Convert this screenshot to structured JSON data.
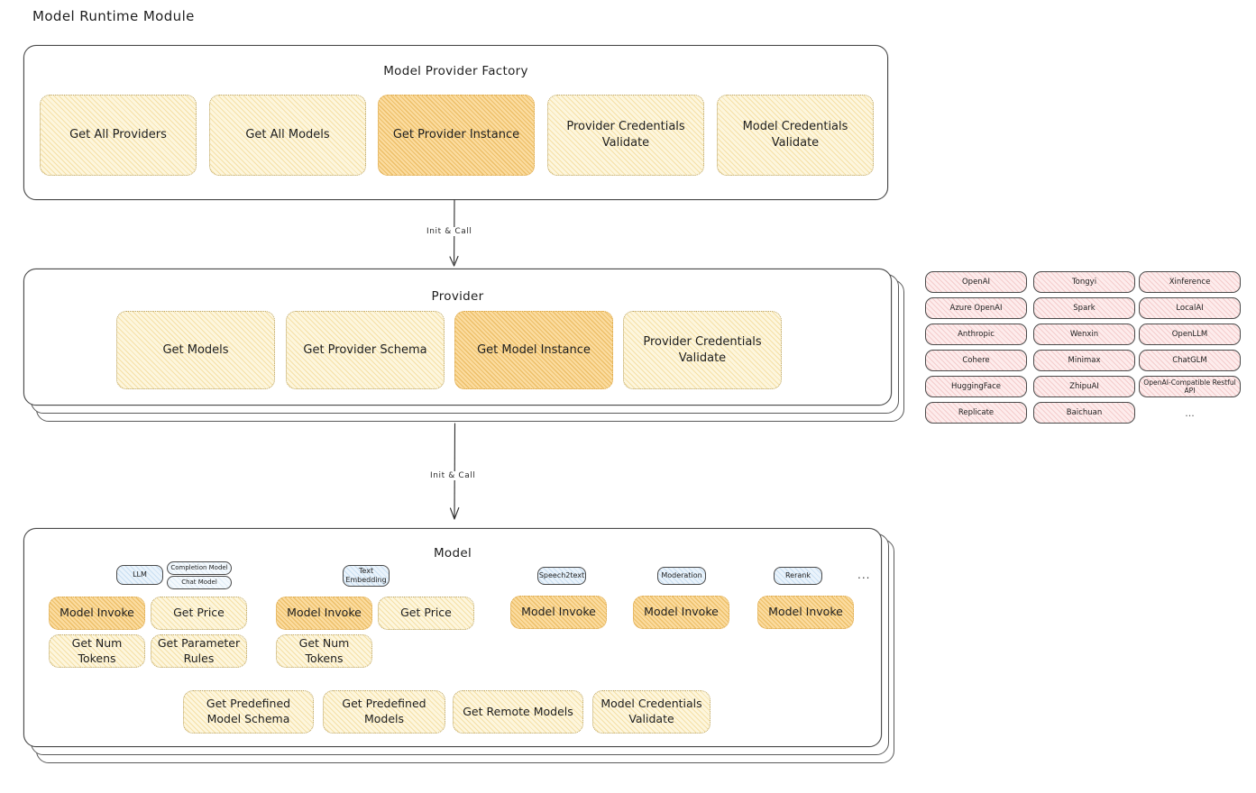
{
  "page": {
    "title": "Model Runtime Module"
  },
  "colors": {
    "node_fill": "#fdf6dd",
    "node_fill_strong": "#fbdca0",
    "node_stroke": "#b9a46a",
    "chip_fill": "#fdecec",
    "badge_fill": "#eaf3fb",
    "panel_stroke": "#3d3d3d",
    "text": "#1e1e1e"
  },
  "factory": {
    "title": "Model Provider Factory",
    "nodes": [
      {
        "label": "Get All Providers",
        "highlighted": false
      },
      {
        "label": "Get All Models",
        "highlighted": false
      },
      {
        "label": "Get Provider Instance",
        "highlighted": true
      },
      {
        "label": "Provider Credentials Validate",
        "highlighted": false
      },
      {
        "label": "Model Credentials Validate",
        "highlighted": false
      }
    ]
  },
  "arrows": [
    {
      "label": "Init & Call",
      "from": "Model Provider Factory",
      "to": "Provider"
    },
    {
      "label": "Init & Call",
      "from": "Provider",
      "to": "Model"
    }
  ],
  "provider": {
    "title": "Provider",
    "nodes": [
      {
        "label": "Get Models",
        "highlighted": false
      },
      {
        "label": "Get Provider Schema",
        "highlighted": false
      },
      {
        "label": "Get Model Instance",
        "highlighted": true
      },
      {
        "label": "Provider Credentials Validate",
        "highlighted": false
      }
    ]
  },
  "provider_list": {
    "columns": [
      [
        "OpenAI",
        "Azure OpenAI",
        "Anthropic",
        "Cohere",
        "HuggingFace",
        "Replicate"
      ],
      [
        "Tongyi",
        "Spark",
        "Wenxin",
        "Minimax",
        "ZhipuAI",
        "Baichuan"
      ],
      [
        "Xinference",
        "LocalAI",
        "OpenLLM",
        "ChatGLM",
        "OpenAI-Compatible Restful API"
      ]
    ],
    "more": "..."
  },
  "model": {
    "title": "Model",
    "more": "...",
    "types": [
      {
        "badge": "LLM",
        "sub_badges": [
          "Completion Model",
          "Chat Model"
        ],
        "nodes": [
          {
            "label": "Model Invoke",
            "highlighted": true
          },
          {
            "label": "Get Price",
            "highlighted": false
          },
          {
            "label": "Get Num Tokens",
            "highlighted": false
          },
          {
            "label": "Get Parameter Rules",
            "highlighted": false
          }
        ]
      },
      {
        "badge": "Text Embedding",
        "sub_badges": [],
        "nodes": [
          {
            "label": "Model Invoke",
            "highlighted": true
          },
          {
            "label": "Get Price",
            "highlighted": false
          },
          {
            "label": "Get Num Tokens",
            "highlighted": false
          }
        ]
      },
      {
        "badge": "Speech2text",
        "sub_badges": [],
        "nodes": [
          {
            "label": "Model Invoke",
            "highlighted": true
          }
        ]
      },
      {
        "badge": "Moderation",
        "sub_badges": [],
        "nodes": [
          {
            "label": "Model Invoke",
            "highlighted": true
          }
        ]
      },
      {
        "badge": "Rerank",
        "sub_badges": [],
        "nodes": [
          {
            "label": "Model Invoke",
            "highlighted": true
          }
        ]
      }
    ],
    "common_nodes": [
      {
        "label": "Get Predefined Model Schema"
      },
      {
        "label": "Get Predefined Models"
      },
      {
        "label": "Get Remote Models"
      },
      {
        "label": "Model Credentials Validate"
      }
    ]
  }
}
